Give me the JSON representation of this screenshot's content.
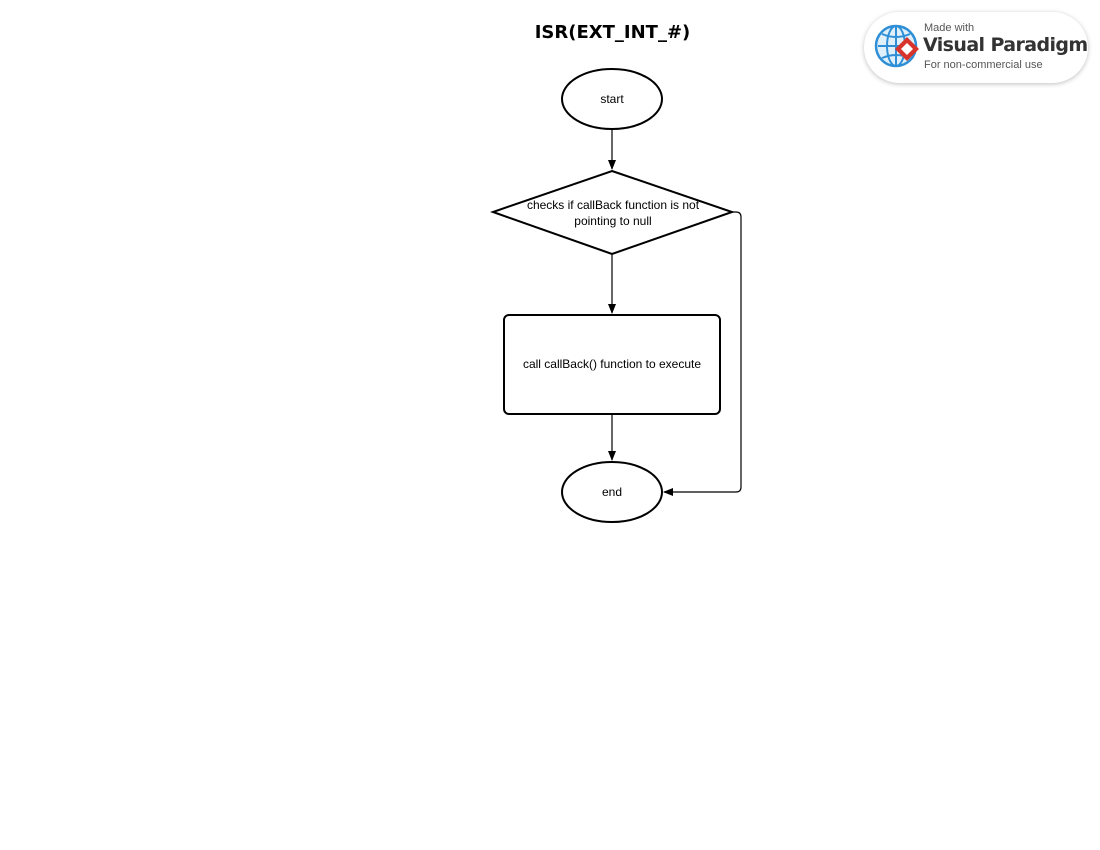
{
  "diagram": {
    "title": "ISR(EXT_INT_#)",
    "nodes": {
      "start": "start",
      "decision": "checks if callBack function is not pointing to null",
      "process": "call callBack() function to execute",
      "end": "end"
    }
  },
  "watermark": {
    "line1": "Made with",
    "line2": "Visual Paradigm",
    "line3": "For non-commercial use"
  },
  "colors": {
    "stroke": "#000000",
    "background": "#ffffff",
    "logo_blue": "#2e8fd6",
    "logo_red": "#d9342b"
  }
}
